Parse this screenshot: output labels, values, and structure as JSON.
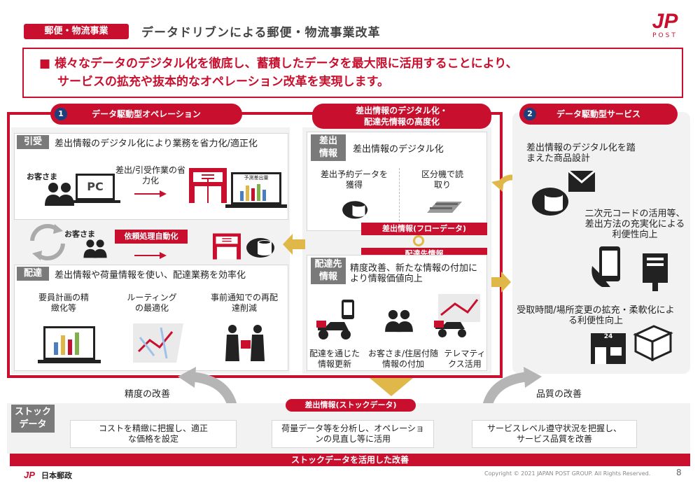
{
  "header": {
    "category_tag": "郵便・物流事業",
    "title": "データドリブンによる郵便・物流事業改革",
    "logo_text": "JP",
    "logo_sub": "POST"
  },
  "summary": {
    "line1": "■ 様々なデータのデジタル化を徹底し、蓄積したデータを最大限に活用することにより、",
    "line2": "サービスの拡充や抜本的なオペレーション改革を実現します。"
  },
  "left": {
    "num": "1",
    "title": "データ駆動型オペレーション",
    "hikiuke": {
      "label": "引受",
      "desc": "差出情報のデジタル化により業務を省力化/適正化",
      "customer": "お客さま",
      "pc": "PC",
      "arrow_text": "差出/引受作業の省力化",
      "screen_label": "予測差出量"
    },
    "middle": {
      "customer": "お客さま",
      "tag": "依頼処理自動化"
    },
    "haitatsu": {
      "label": "配達",
      "desc": "差出情報や荷量情報を使い、配達業務を効率化",
      "items": [
        "要員計画の精緻化等",
        "ルーティングの最適化",
        "事前通知での再配達削減"
      ]
    }
  },
  "center": {
    "title_line1": "差出情報のデジタル化・",
    "title_line2": "配達先情報の高度化",
    "sashidashi": {
      "label_line1": "差出",
      "label_line2": "情報",
      "desc": "差出情報のデジタル化",
      "item1": "差出予約データを獲得",
      "item2": "区分機で読取り"
    },
    "flow_tag": "差出情報(フローデータ)",
    "dest_tag": "配達先情報",
    "haitatsusaki": {
      "label_line1": "配達先",
      "label_line2": "情報",
      "desc": "精度改善、新たな情報の付加により情報価値向上",
      "items": [
        "配達を通じた情報更新",
        "お客さま/住居付随情報の付加",
        "テレマティクス活用"
      ]
    }
  },
  "right": {
    "num": "2",
    "title": "データ駆動型サービス",
    "item1": "差出情報のデジタル化を踏まえた商品設計",
    "item2": "二次元コードの活用等、差出方法の充実化による利便性向上",
    "item3": "受取時間/場所変更の拡充・柔軟化による利便性向上",
    "store_sign": "24"
  },
  "bottom": {
    "left_caption": "精度の改善",
    "right_caption": "品質の改善",
    "stock_label_line1": "ストック",
    "stock_label_line2": "データ",
    "stock_tag": "差出情報(ストックデータ)",
    "box1": "コストを精緻に把握し、適正な価格を設定",
    "box2": "荷量データ等を分析し、オペレーションの見直し等に活用",
    "box3": "サービスレベル遵守状況を把握し、サービス品質を改善",
    "banner": "ストックデータを活用した改善"
  },
  "footer": {
    "logo_text": "日本郵政",
    "copyright": "Copyright © 2021 JAPAN POST GROUP. All Rights Reserved.",
    "page": "8"
  },
  "colors": {
    "accent": "#c8102e",
    "navy": "#1f3f7a",
    "gold": "#e0b84a",
    "grey": "#7a7a7a"
  }
}
